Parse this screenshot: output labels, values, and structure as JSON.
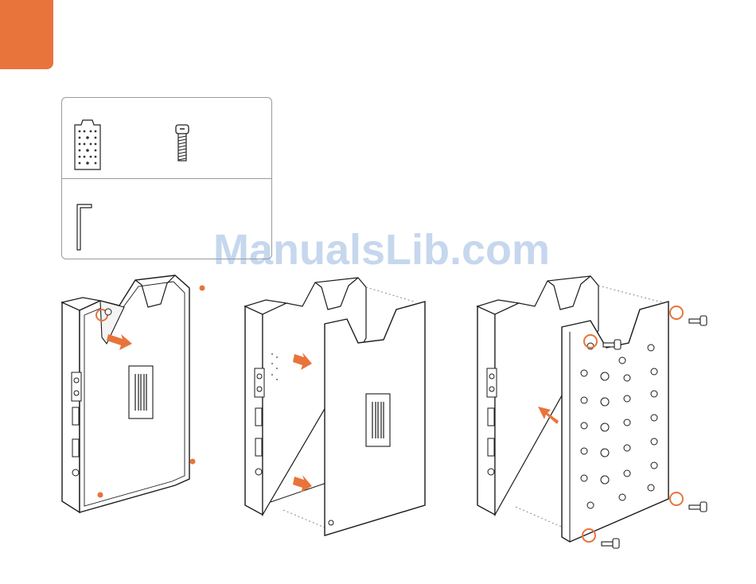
{
  "watermark": {
    "text": "ManualsLib.com"
  },
  "illustration": {
    "accent_color": "#e8743b",
    "line_color": "#1a1a1a",
    "parts": [
      "mounting-plate-icon",
      "screw-icon",
      "hex-key-icon"
    ],
    "steps": [
      "remove-cover-step",
      "cover-removed-step",
      "attach-plate-step"
    ]
  }
}
